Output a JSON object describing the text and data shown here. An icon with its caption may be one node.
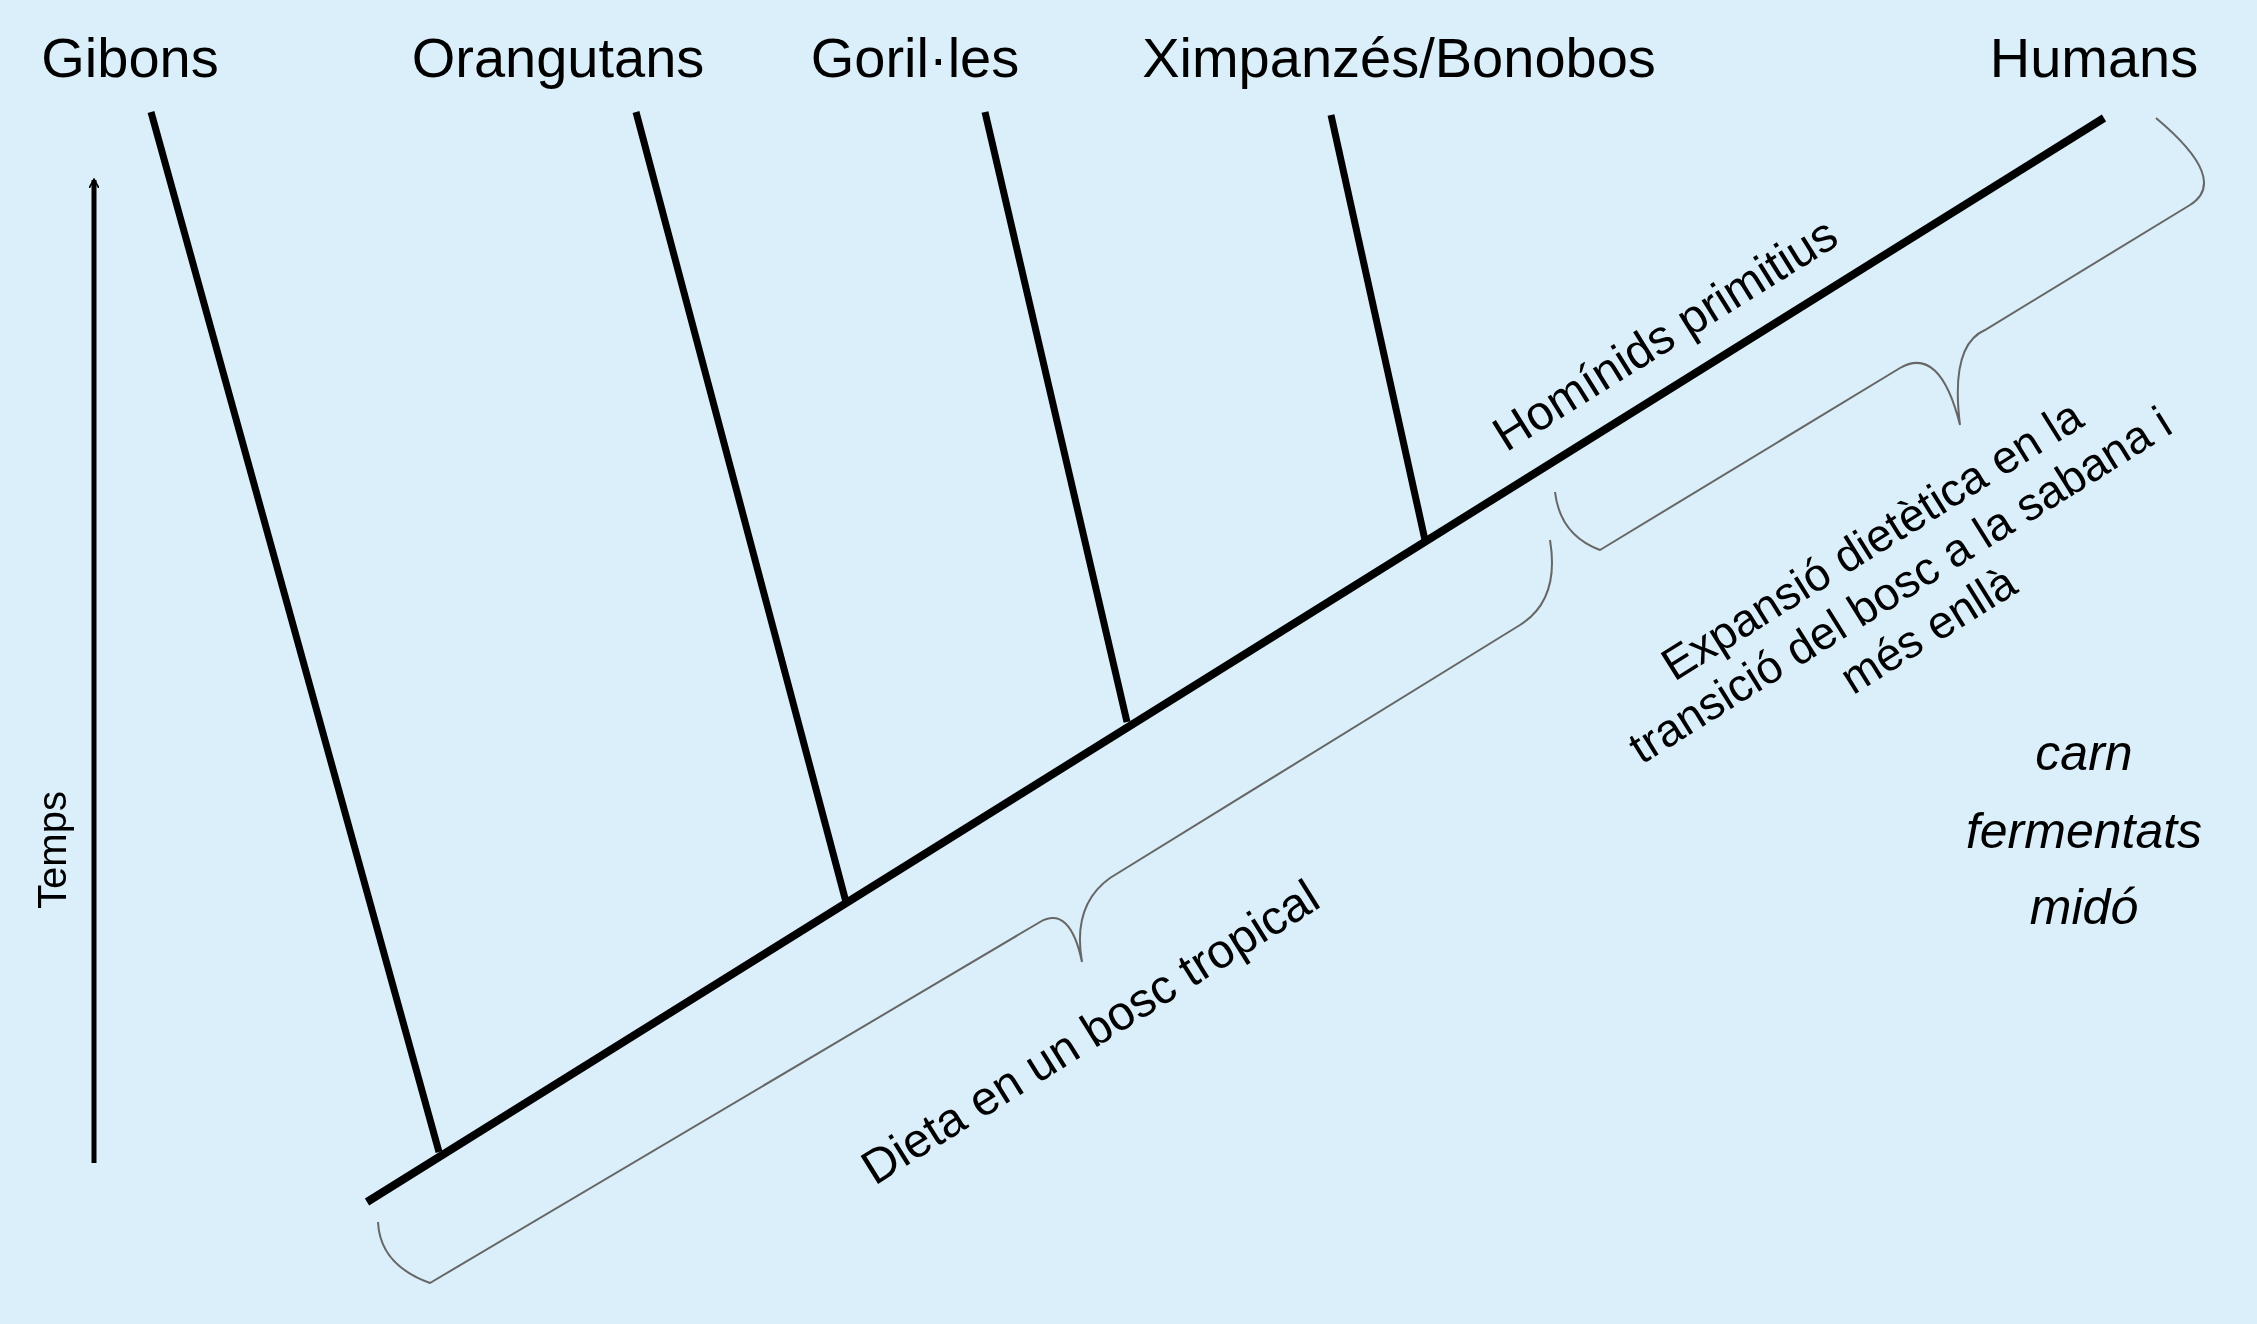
{
  "diagram": {
    "labels": [
      "Gibons",
      "Orangutans",
      "Goril·les",
      "Ximpanzés/Bonobos",
      "Humans",
      "Homínids primitius",
      "Expansió dietètica en la transició del bosc a la sabana i més enllà",
      "carn",
      "fermentats",
      "midó",
      "Temps",
      "Dieta en un bosc tropical"
    ]
  }
}
